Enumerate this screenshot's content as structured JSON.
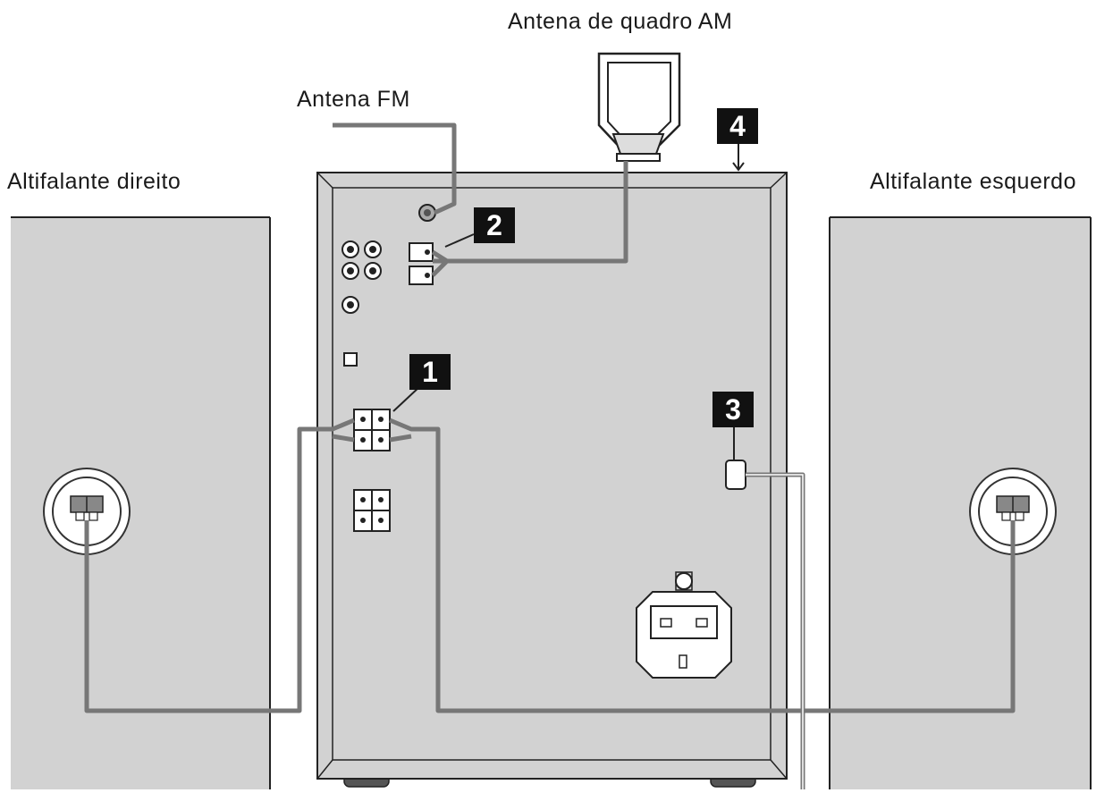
{
  "labels": {
    "am_antenna": "Antena de quadro AM",
    "fm_antenna": "Antena FM",
    "right_speaker": "Altifalante direito",
    "left_speaker": "Altifalante esquerdo"
  },
  "steps": {
    "step1": "1",
    "step2": "2",
    "step3": "3",
    "step4": "4"
  },
  "colors": {
    "panel_fill": "#d2d2d2",
    "outline": "#222222",
    "wire": "#777777",
    "badge": "#111111"
  }
}
